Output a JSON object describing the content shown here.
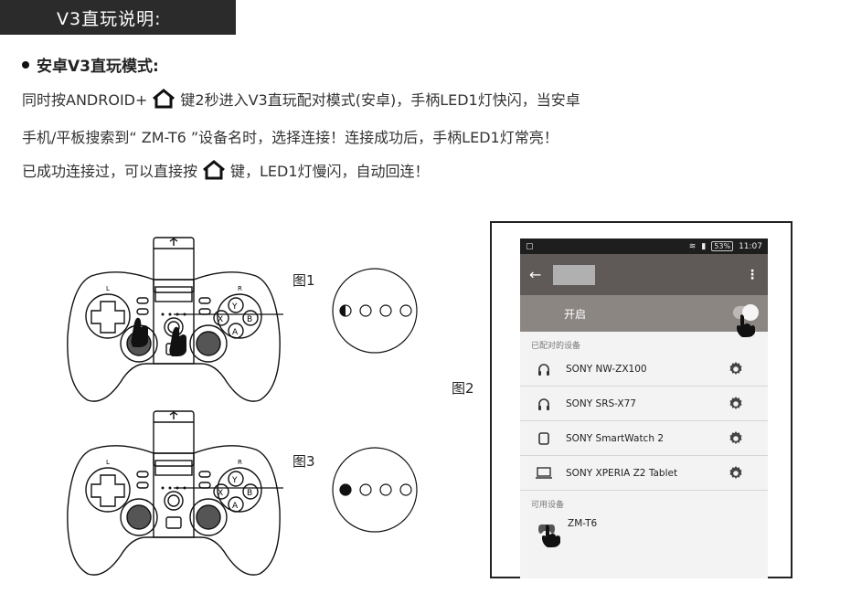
{
  "banner": {
    "title": "V3直玩说明:"
  },
  "section": {
    "title": "安卓V3直玩模式:"
  },
  "paragraph": {
    "line1_a": "同时按ANDROID+",
    "line1_b": "键2秒进入V3直玩配对模式(安卓)，手柄LED1灯快闪，当安卓",
    "line2": "手机/平板搜索到“  ZM-T6   ”设备名时，选择连接！连接成功后，手柄LED1灯常亮！",
    "line3_a": "已成功连接过，可以直接按",
    "line3_b": "键，LED1灯慢闪，自动回连！"
  },
  "figures": {
    "fig1": "图1",
    "fig2": "图2",
    "fig3": "图3"
  },
  "gamepad": {
    "button_y": "Y",
    "button_x": "X",
    "button_b": "B",
    "button_a": "A",
    "trigger_l": "L",
    "trigger_r": "R"
  },
  "phone": {
    "status_time": "11:07",
    "status_battery": "53%",
    "switch_label": "开启",
    "paired_header": "已配对的设备",
    "paired_devices": [
      {
        "name": "SONY NW-ZX100",
        "icon": "headphones-icon"
      },
      {
        "name": "SONY SRS-X77",
        "icon": "headphones-icon"
      },
      {
        "name": "SONY SmartWatch 2",
        "icon": "watch-icon"
      },
      {
        "name": "SONY XPERIA Z2 Tablet",
        "icon": "laptop-icon"
      }
    ],
    "available_header": "可用设备",
    "available_device": "ZM-T6"
  },
  "colors": {
    "toolbar": "#5f5a57",
    "switch_row": "#8c8683",
    "banner": "#2b2b2b"
  }
}
